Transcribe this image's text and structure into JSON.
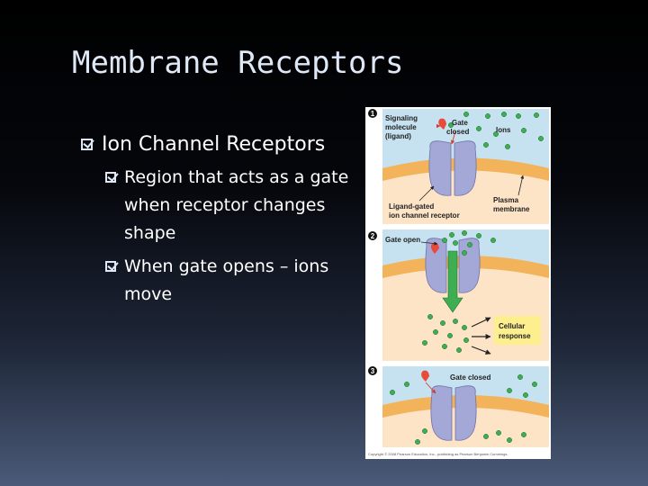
{
  "slide": {
    "title": "Membrane Receptors",
    "bullets": {
      "main": "Ion Channel Receptors",
      "sub1": "Region that acts as a gate when receptor changes shape",
      "sub2": "When gate opens – ions move"
    }
  },
  "figure": {
    "panel1": {
      "number": "1",
      "signaling_line1": "Signaling",
      "signaling_line2": "molecule",
      "signaling_line3": "(ligand)",
      "gate_line1": "Gate",
      "gate_line2": "closed",
      "ions": "Ions",
      "receptor_line1": "Ligand-gated",
      "receptor_line2": "ion channel receptor",
      "membrane_line1": "Plasma",
      "membrane_line2": "membrane"
    },
    "panel2": {
      "number": "2",
      "gate_open": "Gate open",
      "response_line1": "Cellular",
      "response_line2": "response"
    },
    "panel3": {
      "number": "3",
      "gate_closed": "Gate closed"
    },
    "copyright": "Copyright © 2008 Pearson Education, Inc., publishing as Pearson Benjamin Cummings."
  },
  "colors": {
    "extracellular": "#c6e2f0",
    "membrane": "#f2b35b",
    "cytoplasm": "#fde4c7",
    "receptor": "#a3a8d6",
    "ion": "#3fae53",
    "ligand": "#e84a3c",
    "response_box": "#fdee8e"
  }
}
